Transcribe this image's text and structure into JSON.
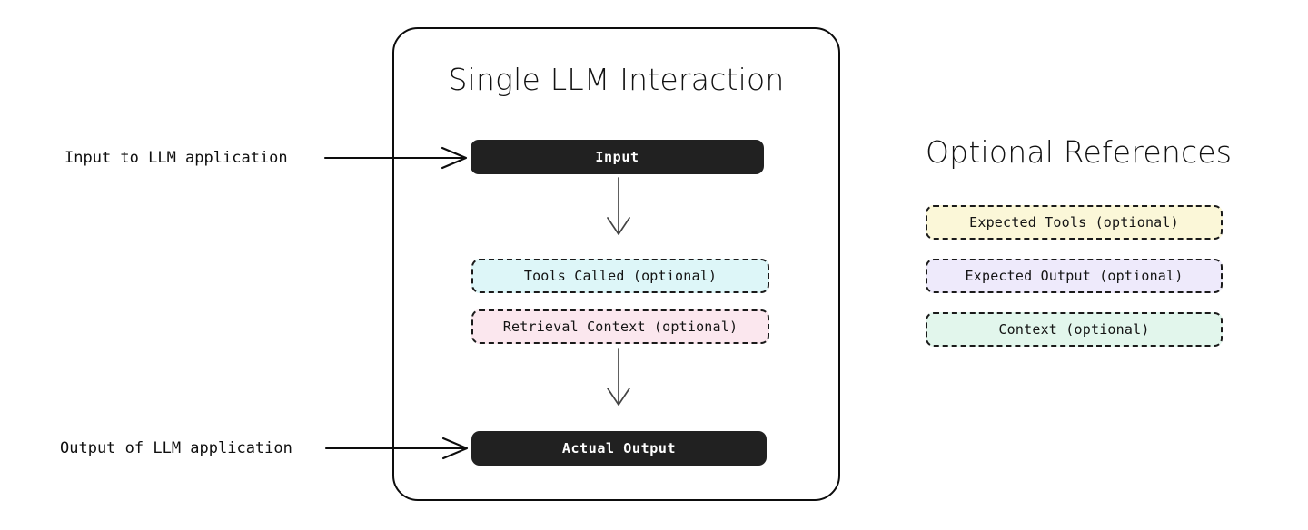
{
  "diagram": {
    "title": "Single LLM Interaction",
    "container": {
      "title": "Single LLM Interaction"
    },
    "nodes": {
      "input": "Input",
      "tools_called": "Tools Called (optional)",
      "retrieval_context": "Retrieval Context (optional)",
      "actual_output": "Actual Output"
    },
    "labels": {
      "input_arrow": "Input to LLM application",
      "output_arrow": "Output of LLM application"
    }
  },
  "references": {
    "heading": "Optional References",
    "items": [
      {
        "label": "Expected Tools (optional)",
        "color": "#fbf7d8"
      },
      {
        "label": "Expected Output (optional)",
        "color": "#eeeafb"
      },
      {
        "label": "Context (optional)",
        "color": "#e2f6ec"
      }
    ]
  },
  "colors": {
    "dark_box": "#212121",
    "dark_box_text": "#ffffff",
    "tools_called": "#ddf6f8",
    "retrieval_context": "#fbe7ee",
    "stroke": "#0d0d0d",
    "background": "#ffffff"
  }
}
